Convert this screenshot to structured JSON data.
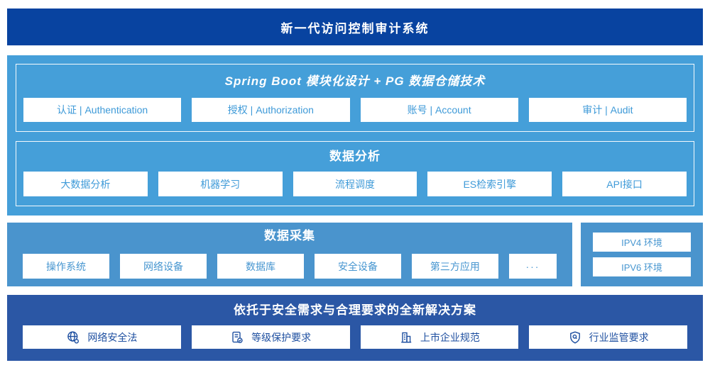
{
  "banner": {
    "title": "新一代访问控制审计系统"
  },
  "platform": {
    "spring_boot": {
      "title": "Spring Boot 模块化设计 + PG 数据仓储技术",
      "modules": [
        "认证 | Authentication",
        "授权 | Authorization",
        "账号 | Account",
        "审计 | Audit"
      ]
    },
    "data_analysis": {
      "title": "数据分析",
      "modules": [
        "大数据分析",
        "机器学习",
        "流程调度",
        "ES检索引擎",
        "API接口"
      ]
    }
  },
  "data_collection": {
    "title": "数据采集",
    "sources": [
      "操作系统",
      "网络设备",
      "数据库",
      "安全设备",
      "第三方应用",
      "···"
    ],
    "environments": [
      "IPV4 环境",
      "IPV6 环境"
    ]
  },
  "solution": {
    "title": "依托于安全需求与合理要求的全新解决方案",
    "items": [
      {
        "icon": "globe-icon",
        "label": "网络安全法"
      },
      {
        "icon": "document-check-icon",
        "label": "等级保护要求"
      },
      {
        "icon": "building-icon",
        "label": "上市企业规范"
      },
      {
        "icon": "shield-search-icon",
        "label": "行业监管要求"
      }
    ]
  },
  "colors": {
    "banner_blue": "#0843A0",
    "platform_blue": "#459FD9",
    "collection_blue": "#4A94CD",
    "solution_navy": "#2B57A5",
    "box_text_blue": "#3E9AD8",
    "solution_text_navy": "#1E4FA0"
  }
}
